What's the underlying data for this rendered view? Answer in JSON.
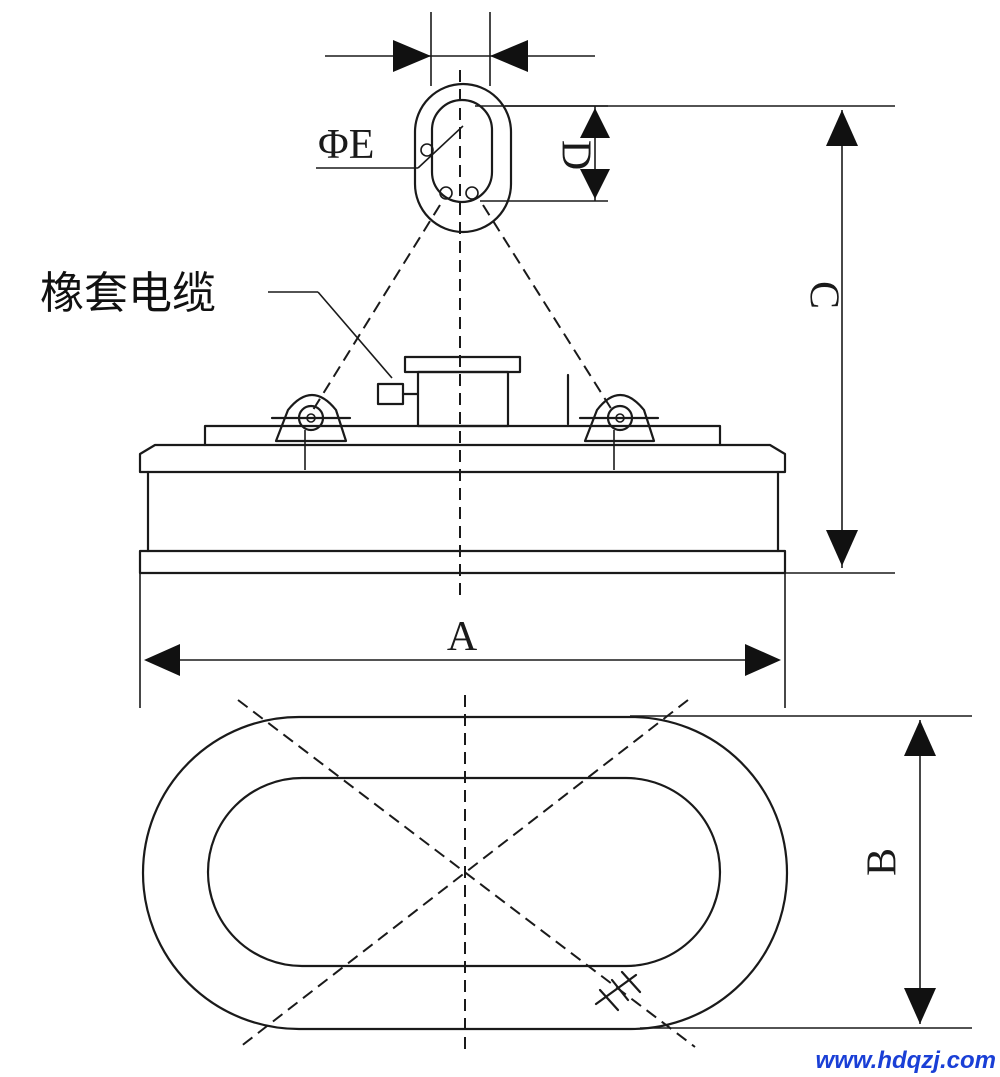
{
  "labels": {
    "phi_e": "ΦE",
    "d": "D",
    "c": "C",
    "a": "A",
    "b": "B",
    "cable": "橡套电缆",
    "website": "www.hdqzj.com"
  },
  "colors": {
    "line": "#1a1a1a",
    "website": "#1a3fd6"
  }
}
